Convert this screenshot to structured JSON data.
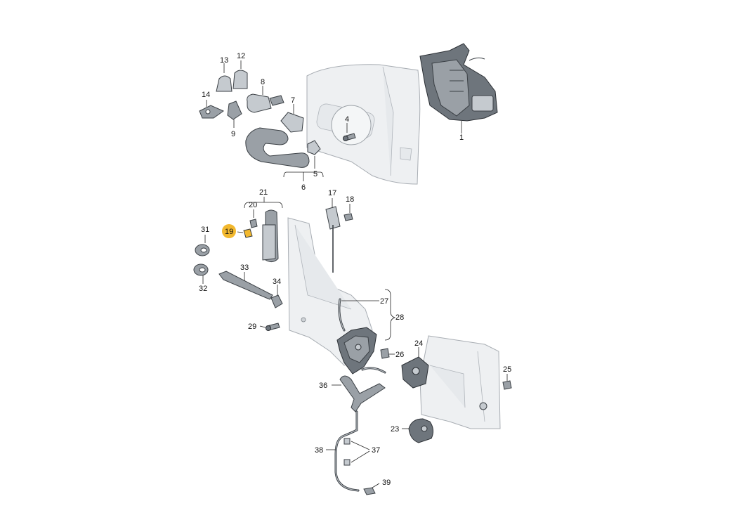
{
  "labels": {
    "p1": "1",
    "p4": "4",
    "p5": "5",
    "p6": "6",
    "p7": "7",
    "p8": "8",
    "p9": "9",
    "p12": "12",
    "p13": "13",
    "p14": "14",
    "p17": "17",
    "p18": "18",
    "p19": "19",
    "p20": "20",
    "p21": "21",
    "p23": "23",
    "p24": "24",
    "p25": "25",
    "p26": "26",
    "p27": "27",
    "p28": "28",
    "p29": "29",
    "p31": "31",
    "p32": "32",
    "p33": "33",
    "p34": "34",
    "p36": "36",
    "p37": "37",
    "p38": "38",
    "p39": "39"
  },
  "highlight": {
    "part": "19",
    "color": "#f2b82e"
  }
}
